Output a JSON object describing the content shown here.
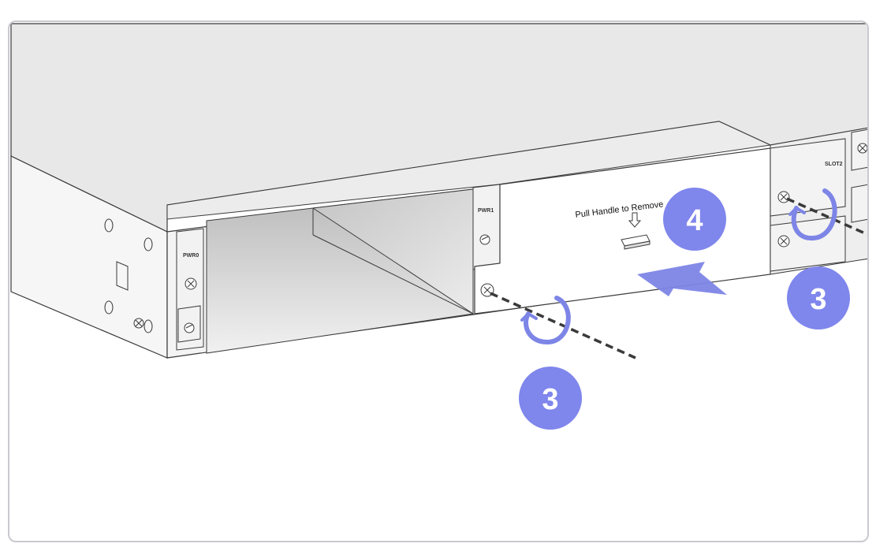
{
  "panel_text": "Pull Handle to Remove",
  "slot_labels": {
    "pwr0": "PWR0",
    "pwr1": "PWR1",
    "slot2": "SLOT2"
  },
  "steps": {
    "step_3_bottom": "3",
    "step_3_right": "3",
    "step_4": "4"
  },
  "colors": {
    "step_badge": "#7f86ec",
    "arrow": "#7d85e6",
    "chassis_top": "#e8e8e8",
    "line": "#3a3a3a"
  }
}
